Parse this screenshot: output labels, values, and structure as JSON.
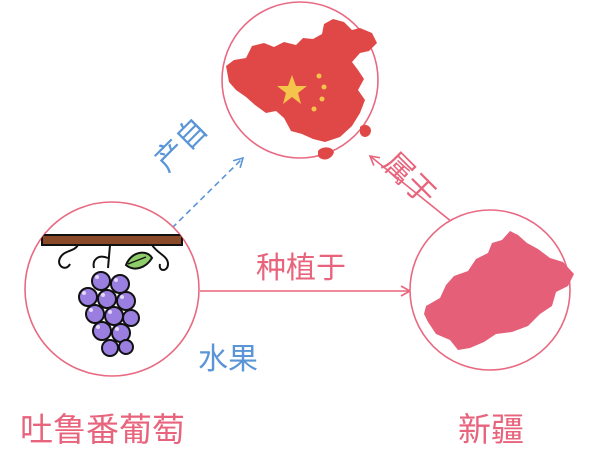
{
  "nodes": {
    "grape": {
      "label": "吐鲁番葡萄",
      "tag": "水果",
      "icon": "grape-icon"
    },
    "china": {
      "icon": "china-map-icon"
    },
    "xinjiang": {
      "label": "新疆",
      "icon": "xinjiang-map-icon"
    }
  },
  "edges": {
    "grape_to_xinjiang": "种植于",
    "grape_to_china": "产自",
    "xinjiang_to_china": "属于"
  },
  "colors": {
    "circle_stroke": "#e86a82",
    "arrow_pink": "#e8647c",
    "arrow_blue": "#5a95d8",
    "china_red": "#e04848",
    "star_yellow": "#f4c54a",
    "xinjiang_fill": "#e55f78",
    "grape_purple": "#9b7fe0"
  }
}
